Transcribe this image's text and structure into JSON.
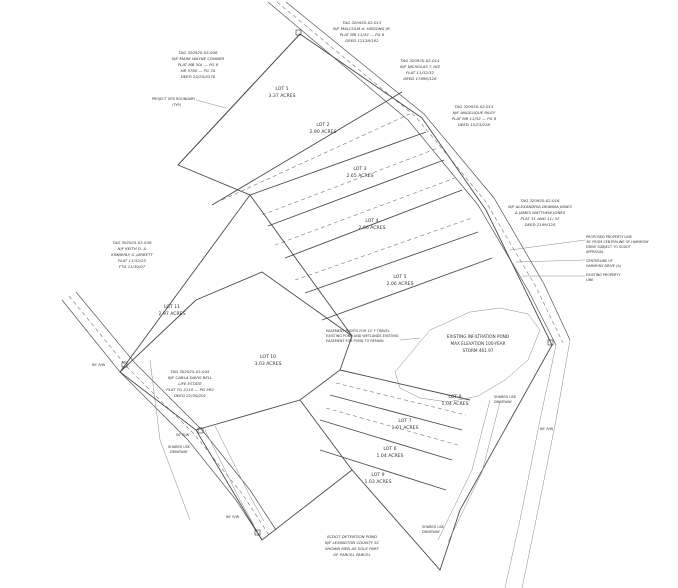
{
  "lots": [
    {
      "id": "lot-1",
      "name": "LOT 1",
      "area": "3.37 ACRES"
    },
    {
      "id": "lot-2",
      "name": "LOT 2",
      "area": "2.90 ACRES"
    },
    {
      "id": "lot-3",
      "name": "LOT 3",
      "area": "2.65 ACRES"
    },
    {
      "id": "lot-4",
      "name": "LOT 4",
      "area": "2.96 ACRES"
    },
    {
      "id": "lot-5",
      "name": "LOT 5",
      "area": "2.06 ACRES"
    },
    {
      "id": "lot-6",
      "name": "LOT 6",
      "area": "1.04 ACRES"
    },
    {
      "id": "lot-7",
      "name": "LOT 7",
      "area": "1.01 ACRES"
    },
    {
      "id": "lot-8",
      "name": "LOT 8",
      "area": "1.04 ACRES"
    },
    {
      "id": "lot-9",
      "name": "LOT 9",
      "area": "1.03 ACRES"
    },
    {
      "id": "lot-10",
      "name": "LOT 10",
      "area": "3.03 ACRES"
    },
    {
      "id": "lot-11",
      "name": "LOT 11",
      "area": "2.97 ACRES"
    }
  ],
  "owners": [
    {
      "id": "owner-hissong",
      "lines": [
        "TAG 320920-02-013",
        "N/F MALCOLM A. HISSONG JR.",
        "PLAT MB 11/32 — PG 8",
        "DEED 12138/182"
      ]
    },
    {
      "id": "owner-conner",
      "lines": [
        "TAG 320920-03-006",
        "N/F MARK WAYNE CONNER",
        "PLAT MB 30L — PG 8",
        "HB 3760 — PG 7A",
        "DEED 22/25/4576"
      ]
    },
    {
      "id": "owner-nicholas",
      "lines": [
        "TAG 320920-02-014",
        "N/F NICHOLAS T. HIS",
        "PLAT 11/32/32",
        "DEED 17896/126"
      ]
    },
    {
      "id": "owner-riley",
      "lines": [
        "TAG 320920-02-015",
        "N/F ANGELIQUE RILEY",
        "PLAT MB 11/32 — PG 8",
        "DEED 15/23/258"
      ]
    },
    {
      "id": "owner-jones",
      "lines": [
        "TAG 320920-02-016",
        "N/F ALEXANDRIA DEANNA JONES",
        "& JAMES MATTHEW JONES",
        "PLAT 31 AND 11/ 32",
        "DEED 2189/120"
      ]
    },
    {
      "id": "owner-keith",
      "lines": [
        "TAG 302025-03-038",
        "N/F KEITH D. &",
        "KIMBERLY S. JARRETT",
        "PLAT 11/32/25",
        "FTG 11/30/07"
      ]
    },
    {
      "id": "owner-bell",
      "lines": [
        "TAG 302025-03-045",
        "N/F CARLA DAVIS BELL",
        "LIFE ESTATE",
        "PLAT TG 2110 — PG 392",
        "DEED 22/30/201"
      ]
    },
    {
      "id": "owner-scdot",
      "lines": [
        "SCDOT DETENTION POND",
        "N/F LEXINGTON COUNTY SC",
        "SHOWN MEN AS SOLE PART",
        "OF PARCEL PARCEL"
      ]
    }
  ],
  "notes": {
    "project_boundary": "PROJECT SITE BOUNDARY",
    "project_boundary_sub": "(TYP.)",
    "proposed_line_1": "PROPOSED PROPERTY LINE",
    "proposed_line_2": "30' FROM CENTERLINE OF HARMONY",
    "proposed_line_3": "DRIVE SUBJECT TO SCDOT",
    "proposed_line_4": "APPROVAL",
    "centerline_1": "CENTERLINE OF",
    "centerline_2": "HARMONY DRIVE (A)",
    "existing_line_1": "EXISTING PROPERTY",
    "existing_line_2": "LINE",
    "easement_1": "EASEMENT RIGHTS FOR 15' F TRAVEL",
    "easement_2": "EXISTING POND AND WETLANDS EXISTING",
    "easement_3": "EASEMENT FOR POND TO REMAIN",
    "pond_1": "EXISTING INFILTRATION POND",
    "pond_2": "MAX ELEVATION 100-YEAR",
    "pond_3": "STORM 461.97",
    "shared_dw_left_1": "SHARED USE",
    "shared_dw_left_2": "DRIVEWAY",
    "shared_dw_right_1": "SHARED USE",
    "shared_dw_right_2": "DRIVEWAY",
    "shared_dw_bottom_1": "SHARED USE",
    "shared_dw_bottom_2": "DRIVEWAY",
    "row_1": "60' R/W",
    "row_2": "50' R/W",
    "row_3": "60' R/W",
    "row_4": "60' R/W"
  }
}
